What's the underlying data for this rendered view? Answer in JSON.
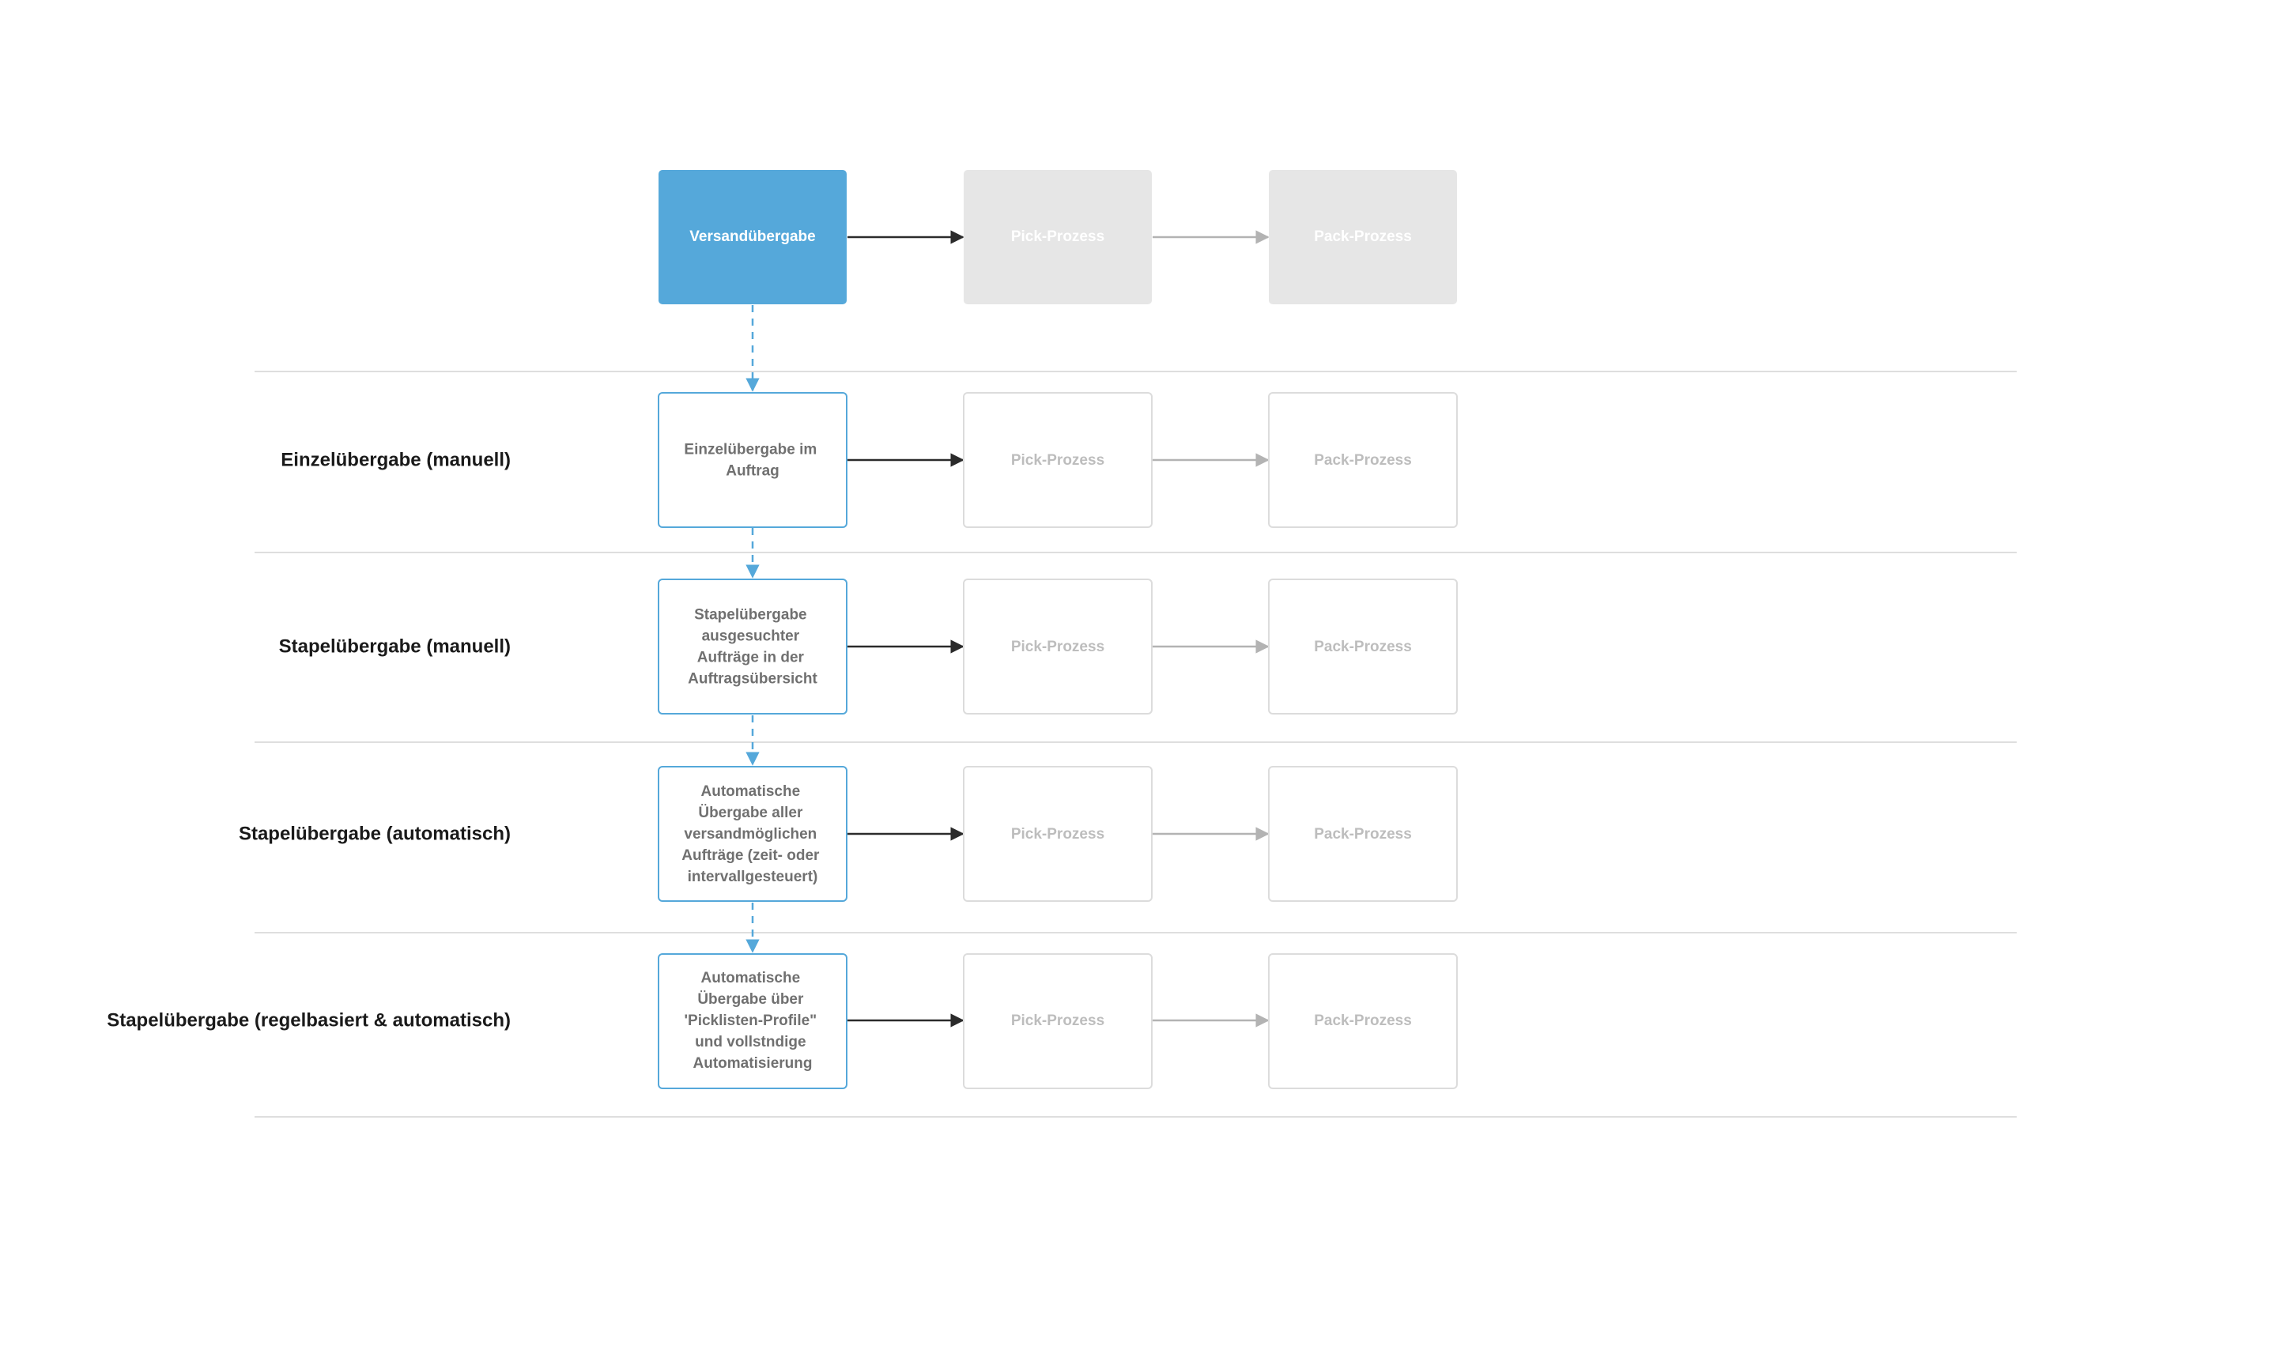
{
  "colors": {
    "accent": "#55a8da",
    "grey_fill": "#e6e6e6",
    "grey_stroke": "#dcdcdc",
    "grey_text": "#bdbdbd",
    "node_text": "#707070",
    "divider": "#dedede",
    "arrow_dark": "#2b2b2b",
    "arrow_grey": "#b3b3b3"
  },
  "top_flow": {
    "start": "Versandübergabe",
    "pick": "Pick-Prozess",
    "pack": "Pack-Prozess"
  },
  "rows": [
    {
      "label": "Einzelübergabe (manuell)",
      "node_lines": [
        "Einzelübergabe im",
        "Auftrag"
      ],
      "pick": "Pick-Prozess",
      "pack": "Pack-Prozess"
    },
    {
      "label": "Stapelübergabe (manuell)",
      "node_lines": [
        "Stapelübergabe",
        "ausgesuchter",
        "Aufträge in der",
        "Auftragsübersicht"
      ],
      "pick": "Pick-Prozess",
      "pack": "Pack-Prozess"
    },
    {
      "label": "Stapelübergabe (automatisch)",
      "node_lines": [
        "Automatische",
        "Übergabe aller",
        "versandmöglichen",
        "Aufträge (zeit- oder",
        "intervallgesteuert)"
      ],
      "pick": "Pick-Prozess",
      "pack": "Pack-Prozess"
    },
    {
      "label": "Stapelübergabe (regelbasiert & automatisch)",
      "node_lines": [
        "Automatische",
        "Übergabe über",
        "'Picklisten-Profile\"",
        "und vollstndige",
        "Automatisierung"
      ],
      "pick": "Pick-Prozess",
      "pack": "Pack-Prozess"
    }
  ]
}
